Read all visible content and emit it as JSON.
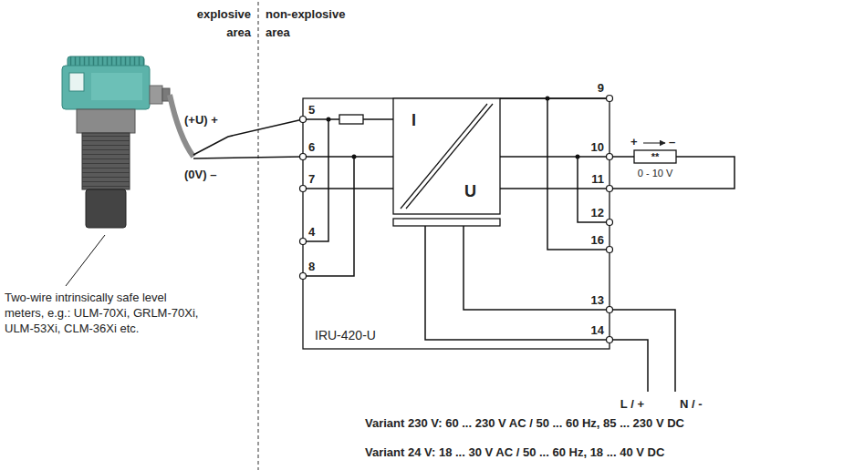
{
  "diagram": {
    "nodes": [
      {
        "text": [
          "IRU-420-U"
        ]
      },
      {
        "text": [
          "I",
          "U"
        ],
        "in": 0
      },
      {
        "text": [
          "**"
        ]
      }
    ],
    "edges": [
      {
        "from": 1,
        "to": 2,
        "arrow": "none"
      },
      {
        "from": 1,
        "to": 2,
        "arrow": "none"
      }
    ],
    "labels": [
      "explosive area",
      "non-explosive area",
      "(+U) +",
      "(0V) –",
      "5",
      "6",
      "7",
      "4",
      "8",
      "9",
      "10",
      "11",
      "12",
      "16",
      "13",
      "14",
      "+",
      "–",
      "0 - 10 V",
      "L / +",
      "N / -",
      "Two-wire intrinsically safe level meters, e.g.: ULM-70Xi, GRLM-70Xi, ULM-53Xi, CLM-36Xi etc.",
      "Variant 230 V: 60 ... 230 V AC / 50 ... 60 Hz, 85 ... 230 V DC",
      "Variant 24 V: 18 ... 30 V AC / 50 ... 60 Hz, 18 ... 40 V DC"
    ]
  }
}
